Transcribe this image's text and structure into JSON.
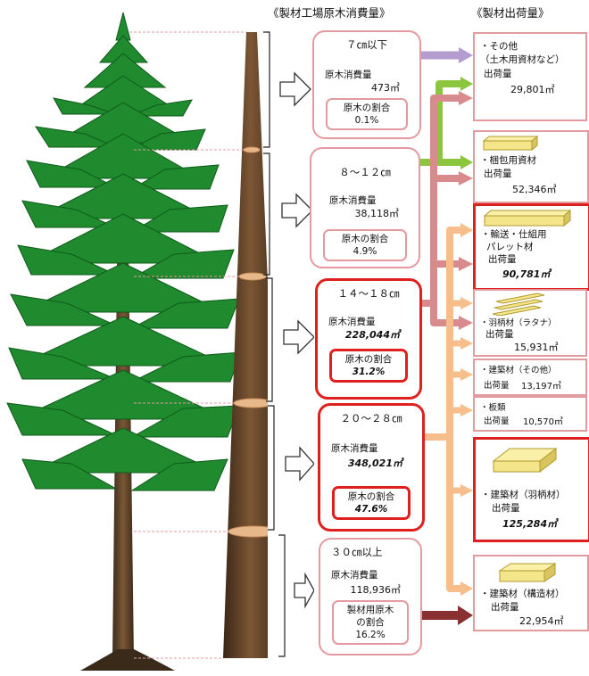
{
  "headers": {
    "consumption": "《製材工場原木消費量》",
    "shipment": "《製材出荷量》"
  },
  "diameter_classes": [
    {
      "id": "d1",
      "range": "７㎝以下",
      "consumption_label": "原木消費量",
      "consumption": "473㎥",
      "ratio_label": "原木の割合",
      "ratio": "0.1%",
      "highlight": false
    },
    {
      "id": "d2",
      "range": "８～１２㎝",
      "consumption_label": "原木消費量",
      "consumption": "38,118㎥",
      "ratio_label": "原木の割合",
      "ratio": "4.9%",
      "highlight": false
    },
    {
      "id": "d3",
      "range": "１４～１８㎝",
      "consumption_label": "原木消費量",
      "consumption": "228,044㎥",
      "ratio_label": "原木の割合",
      "ratio": "31.2%",
      "highlight": true
    },
    {
      "id": "d4",
      "range": "２０～２８㎝",
      "consumption_label": "原木消費量",
      "consumption": "348,021㎥",
      "ratio_label": "原木の割合",
      "ratio": "47.6%",
      "highlight": true
    },
    {
      "id": "d5",
      "range": "３０㎝以上",
      "consumption_label": "原木消費量",
      "consumption": "118,936㎥",
      "ratio_label": "製材用原木の割合",
      "ratio_line1": "製材用原木",
      "ratio_line2": "の割合",
      "ratio": "16.2%",
      "highlight": false
    }
  ],
  "outputs": [
    {
      "id": "o1",
      "lines": [
        "・その他",
        "（土木用資材など）",
        "出荷量"
      ],
      "value": "29,801㎥",
      "highlight": false
    },
    {
      "id": "o2",
      "lines": [
        "・梱包用資材",
        "出荷量"
      ],
      "value": "52,346㎥",
      "highlight": false
    },
    {
      "id": "o3",
      "lines": [
        "・輸送・仕組用",
        "パレット材",
        "出荷量"
      ],
      "value": "90,781㎥",
      "highlight": true
    },
    {
      "id": "o4",
      "lines": [
        "・羽柄材（ラタナ）",
        "出荷量"
      ],
      "value": "15,931㎥",
      "highlight": false
    },
    {
      "id": "o5",
      "lines": [
        "・建築材（その他）",
        "出荷量"
      ],
      "value": "13,197㎥",
      "highlight": false
    },
    {
      "id": "o6",
      "lines": [
        "・板類",
        "出荷量"
      ],
      "value": "10,570㎥",
      "highlight": false
    },
    {
      "id": "o7",
      "lines": [
        "・建築材（羽柄材）",
        "出荷量"
      ],
      "value": "125,284㎥",
      "highlight": true
    },
    {
      "id": "o8",
      "lines": [
        "・建築材（構造材）",
        "出荷量"
      ],
      "value": "22,954㎥",
      "highlight": false
    }
  ],
  "colors": {
    "tree_green": "#1f8a2e",
    "trunk_brown": "#6b4a2e",
    "box_border": "#e39aa0",
    "box_border_strong": "#e0201f",
    "arrow_lavender": "#b49cd0",
    "arrow_green": "#8cc63f",
    "arrow_pink": "#d98a8d",
    "arrow_peach": "#f7bd8a",
    "arrow_maroon": "#8b3030",
    "wood": "#f5e58a"
  }
}
